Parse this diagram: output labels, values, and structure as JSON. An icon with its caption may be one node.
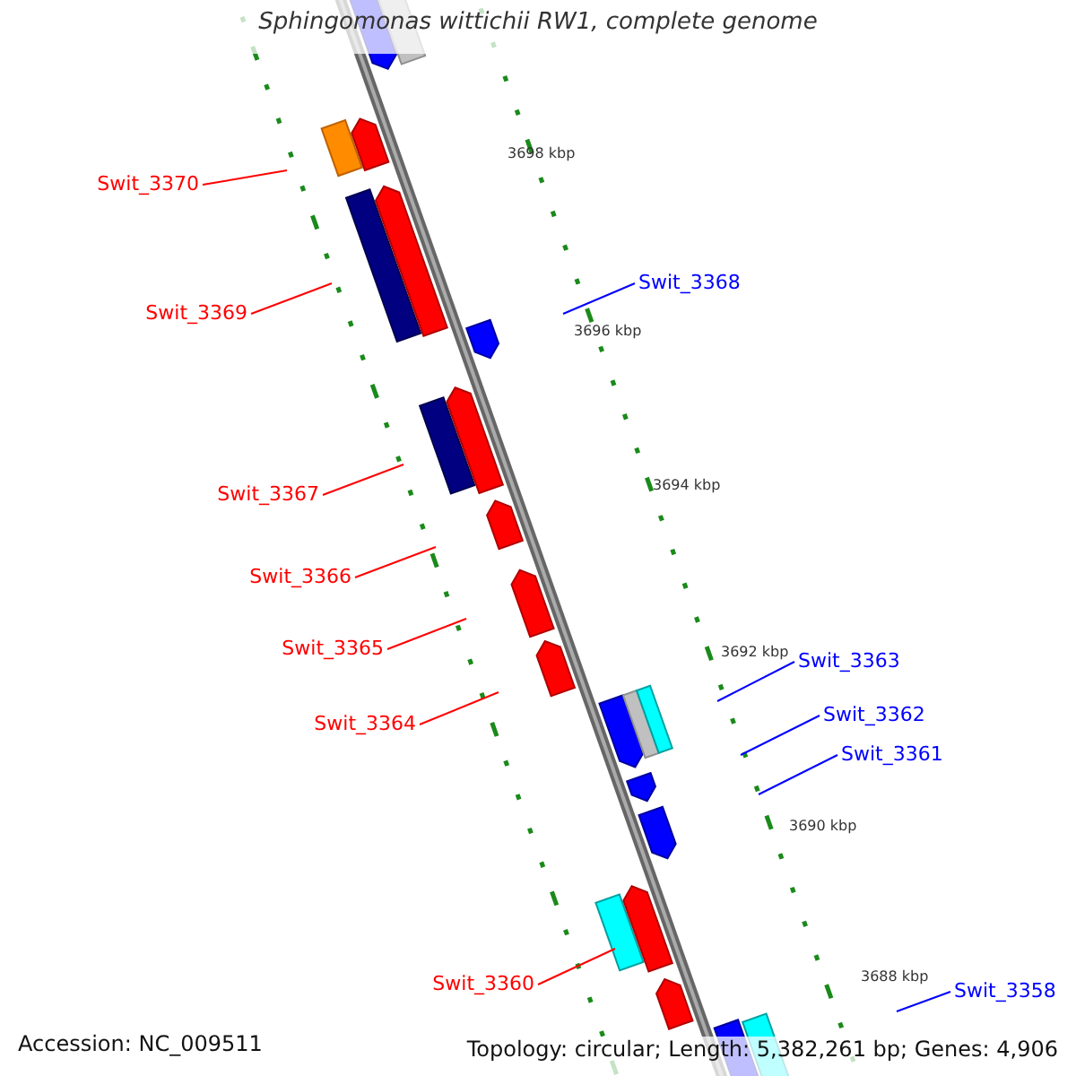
{
  "diagram": {
    "title": "Sphingomonas wittichii RW1, complete genome",
    "nodes": [
      {
        "text": [
          "Swit_3370"
        ]
      },
      {
        "text": [
          "Swit_3369"
        ]
      },
      {
        "text": [
          "Swit_3368"
        ]
      },
      {
        "text": [
          "Swit_3367"
        ]
      },
      {
        "text": [
          "Swit_3366"
        ]
      },
      {
        "text": [
          "Swit_3365"
        ]
      },
      {
        "text": [
          "Swit_3364"
        ]
      },
      {
        "text": [
          "Swit_3363"
        ]
      },
      {
        "text": [
          "Swit_3362"
        ]
      },
      {
        "text": [
          "Swit_3361"
        ]
      },
      {
        "text": [
          "Swit_3360"
        ]
      },
      {
        "text": [
          "Swit_3358"
        ]
      }
    ],
    "edges": [
      {
        "from": 0,
        "to": null,
        "arrow": "none"
      },
      {
        "from": 1,
        "to": null,
        "arrow": "none"
      },
      {
        "from": 2,
        "to": null,
        "arrow": "none",
        "color": "#0000ff"
      },
      {
        "from": 3,
        "to": null,
        "arrow": "none"
      },
      {
        "from": 4,
        "to": null,
        "arrow": "none"
      },
      {
        "from": 5,
        "to": null,
        "arrow": "none"
      },
      {
        "from": 6,
        "to": null,
        "arrow": "none"
      },
      {
        "from": 7,
        "to": null,
        "arrow": "none",
        "color": "#0000ff"
      },
      {
        "from": 8,
        "to": null,
        "arrow": "none",
        "color": "#0000ff"
      },
      {
        "from": 9,
        "to": null,
        "arrow": "none",
        "color": "#0000ff"
      },
      {
        "from": 10,
        "to": null,
        "arrow": "none"
      },
      {
        "from": 11,
        "to": null,
        "arrow": "none",
        "color": "#0000ff"
      }
    ],
    "labels": [
      "3698 kbp",
      "3696 kbp",
      "3694 kbp",
      "3692 kbp",
      "3690 kbp",
      "3688 kbp",
      "Accession: NC_009511",
      "Topology: circular; Length: 5,382,261 bp; Genes: 4,906"
    ]
  }
}
